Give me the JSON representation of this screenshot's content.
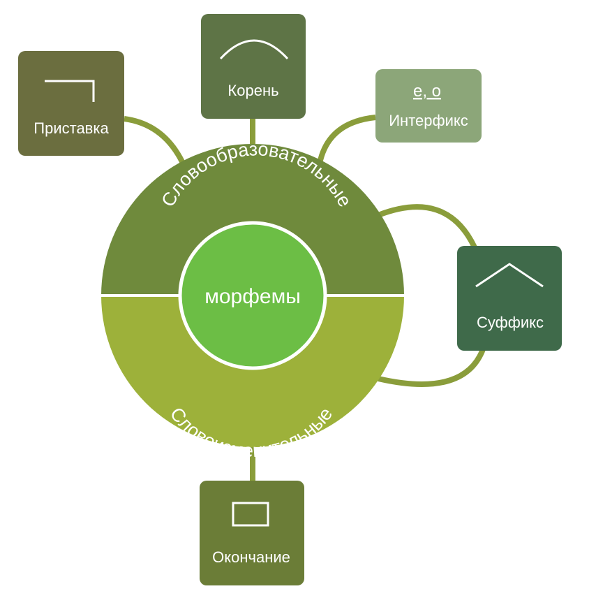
{
  "center": {
    "label": "морфемы"
  },
  "rings": {
    "upper": {
      "label": "Словообразовательные"
    },
    "lower": {
      "label": "Словоизменительные"
    }
  },
  "morphemes": {
    "prefix": {
      "label": "Приставка",
      "icon": "prefix-mark-icon"
    },
    "root": {
      "label": "Корень",
      "icon": "root-arc-icon"
    },
    "interfix": {
      "label": "Интерфикс",
      "sample": "е, о"
    },
    "suffix": {
      "label": "Суффикс",
      "icon": "suffix-caret-icon"
    },
    "ending": {
      "label": "Окончание",
      "icon": "ending-box-icon"
    }
  },
  "colors": {
    "connector": "#8a9d3b",
    "upper_ring": "#6f8a3c",
    "lower_ring": "#9db13a",
    "center": "#6cbe45",
    "prefix_box": "#6b6e3f",
    "root_box": "#5e7446",
    "interfix_box": "#8ca679",
    "suffix_box": "#3f6a4a",
    "ending_box": "#6b7d37"
  }
}
